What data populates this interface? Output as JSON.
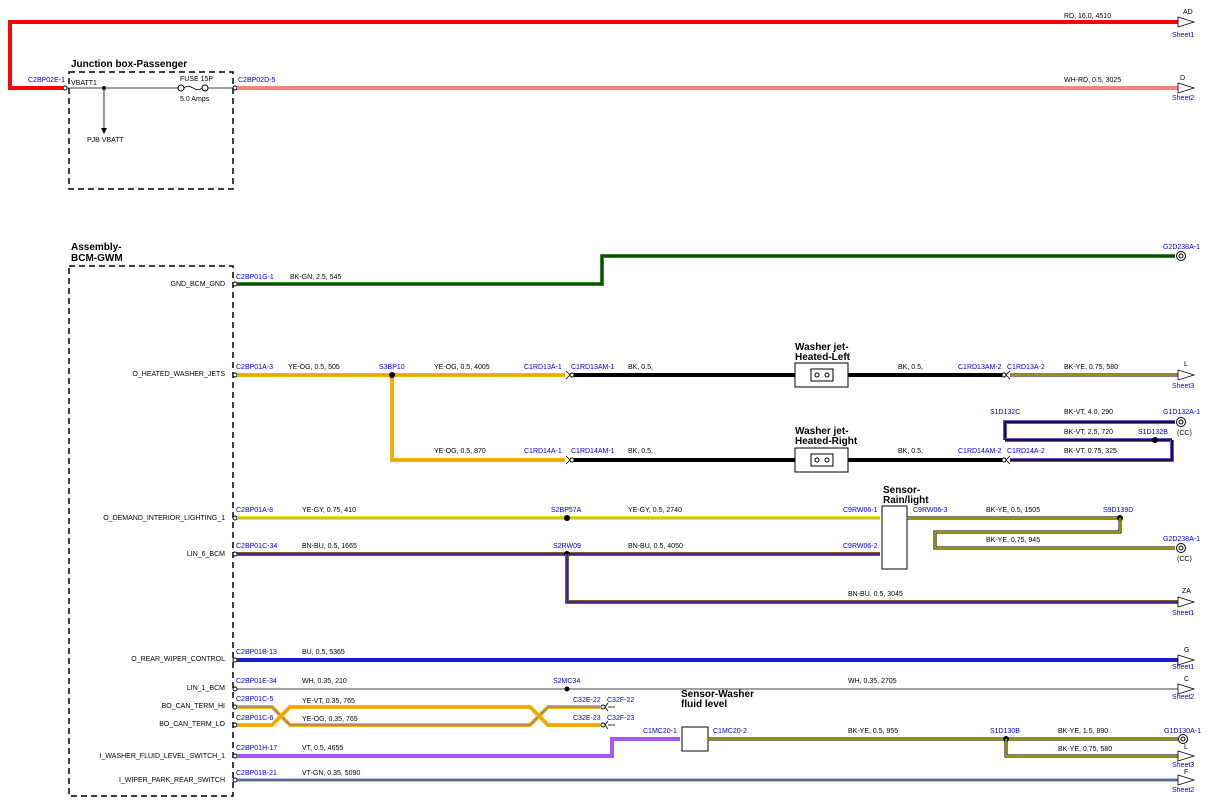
{
  "modules": {
    "junction_box": "Junction box-Passenger",
    "bcm_line1": "Assembly-",
    "bcm_line2": "BCM-GWM",
    "washer_left_1": "Washer jet-",
    "washer_left_2": "Heated-Left",
    "washer_right_1": "Washer jet-",
    "washer_right_2": "Heated-Right",
    "rain_1": "Sensor-",
    "rain_2": "Rain/light",
    "fluid_1": "Sensor-Washer",
    "fluid_2": "fluid level"
  },
  "fuse": {
    "name": "FUSE 15P",
    "rating": "5.0 Amps",
    "vbatt": "VBATT1",
    "pjb": "PJB VBATT"
  },
  "pins": {
    "gnd": "GND_BCM_GND",
    "washer_jets": "O_HEATED_WASHER_JETS",
    "interior": "O_DEMAND_INTERIOR_LIGHTING_1",
    "lin6": "LIN_6_BCM",
    "rear_wiper": "O_REAR_WIPER_CONTROL",
    "lin1": "LIN_1_BCM",
    "can_hi": "BO_CAN_TERM_HI",
    "can_lo": "BO_CAN_TERM_LO",
    "fluid_switch": "I_WASHER_FLUID_LEVEL_SWITCH_1",
    "park_switch": "I_WIPER_PARK_REAR_SWITCH"
  },
  "connectors": {
    "c2bp02e": "C2BP02E-1",
    "c2bp02d": "C2BP02D-5",
    "c2bp01g": "C2BP01G-1",
    "g2d238a_top": "G2D238A-1",
    "c2bp01a3": "C2BP01A-3",
    "s3bp10": "S3BP10",
    "c1rd13a1": "C1RD13A-1",
    "c1rd13am1": "C1RD13AM-1",
    "c1rd13am2": "C1RD13AM-2",
    "c1rd13a2": "C1RD13A-2",
    "s1d132c": "S1D132C",
    "g1d132a": "G1D132A-1",
    "s1d132b": "S1D132B",
    "c1rd14a1": "C1RD14A-1",
    "c1rd14am1": "C1RD14AM-1",
    "c1rd14am2": "C1RD14AM-2",
    "c1rd14a2": "C1RD14A-2",
    "c2bp01a8": "C2BP01A-8",
    "s2bp57a": "S2BP57A",
    "c9rw06_1": "C9RW06-1",
    "c9rw06_3": "C9RW06-3",
    "s9d139d": "S9D139D",
    "g2d238a_mid": "G2D238A-1",
    "c2bp01c34": "C2BP01C-34",
    "s2rw09": "S2RW09",
    "c9rw06_2": "C9RW06-2",
    "c2bp01b13": "C2BP01B-13",
    "c2bp01e34": "C2BP01E-34",
    "s2mc34": "S2MC34",
    "c2bp01c5": "C2BP01C-5",
    "c32e22": "C32E-22",
    "c32f22": "C32F-22",
    "c2bp01c6": "C2BP01C-6",
    "c32e23": "C32E-23",
    "c32f23": "C32F-23",
    "c2bp01h17": "C2BP01H-17",
    "c1mc20_1": "C1MC20-1",
    "c1mc20_2": "C1MC20-2",
    "s1d130b": "S1D130B",
    "g1d130a": "G1D130A-1",
    "c2bp01b21": "C2BP01B-21"
  },
  "wires": {
    "rd_top": "RD, 16.0, 4510",
    "wh_rd": "WH-RD, 0.5, 3025",
    "bk_gn": "BK-GN, 2.5, 545",
    "ye_og_505": "YE-OG, 0.5, 505",
    "ye_og_4005": "YE-OG, 0.5, 4005",
    "bk_left": "BK, 0.5,",
    "bk_left2": "BK, 0.5,",
    "bk_ye_580_top": "BK-YE, 0.75, 580",
    "bk_vt_290": "BK-VT, 4.0, 290",
    "bk_vt_720": "BK-VT, 2.5, 720",
    "ye_og_870": "YE-OG, 0.5, 870",
    "bk_right": "BK, 0.5,",
    "bk_right2": "BK, 0.5,",
    "bk_vt_325": "BK-VT, 0.75, 325",
    "ye_gy_410": "YE-GY, 0.75, 410",
    "ye_gy_2740": "YE-GY, 0.5, 2740",
    "bk_ye_1505": "BK-YE, 0.5, 1505",
    "bk_ye_945": "BK-YE, 0.75, 945",
    "bn_bu_1665": "BN-BU, 0.5, 1665",
    "bn_bu_4050": "BN-BU, 0.5, 4050",
    "bn_bu_3045": "BN-BU, 0.5, 3045",
    "bu_5365": "BU, 0.5, 5365",
    "wh_210": "WH, 0.35, 210",
    "wh_2705": "WH, 0.35, 2705",
    "ye_vt_765": "YE-VT, 0.35, 765",
    "ye_og_765": "YE-OG, 0.35, 765",
    "vt_4655": "VT, 0.5, 4655",
    "bk_ye_955": "BK-YE, 0.5, 955",
    "bk_ye_890": "BK-YE, 1.5, 890",
    "bk_ye_580_bot": "BK-YE, 0.75, 580",
    "vt_gn_5090": "VT-GN, 0.35, 5090"
  },
  "offpage": {
    "ad": "AD",
    "ad_sheet": "Sheet1",
    "d": "D",
    "d_sheet": "Sheet2",
    "l_top": "L",
    "l_top_sheet": "Sheet3",
    "cc1": "(CC)",
    "cc2": "(CC)",
    "za": "ZA",
    "za_sheet": "Sheet1",
    "g": "G",
    "g_sheet": "Sheet1",
    "c": "C",
    "c_sheet": "Sheet2",
    "l_bot": "L",
    "l_bot_sheet": "Sheet3",
    "f": "F",
    "f_sheet": "Sheet2"
  },
  "colors": {
    "red": "#ff0000",
    "green": "#2e8b22",
    "yellow": "#f2b800",
    "black": "#000000",
    "violet": "#6a4ecf",
    "blue": "#1a1acc",
    "bright_violet": "#a855f7",
    "connector_text": "#0000cc"
  }
}
